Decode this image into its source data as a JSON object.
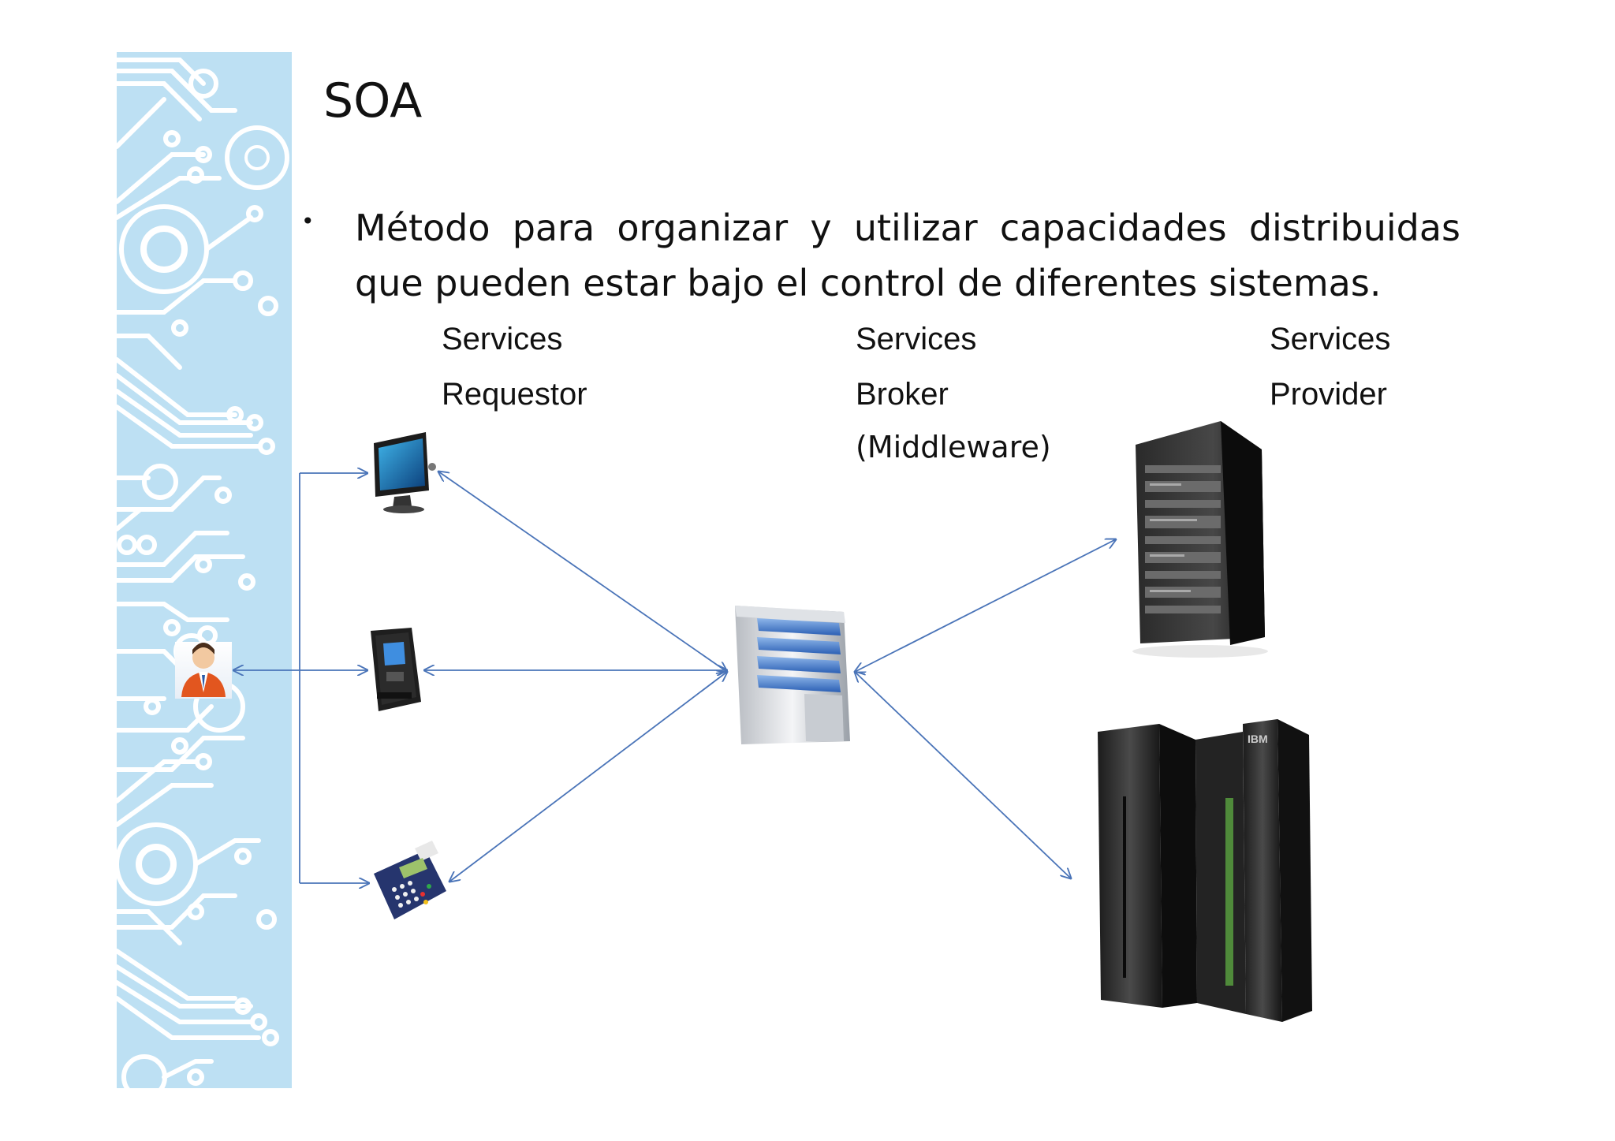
{
  "slide": {
    "title": "SOA",
    "bullet_text": "Método para organizar y utilizar capacidades distribuidas que pueden estar bajo el control de diferentes sistemas."
  },
  "roles": {
    "requestor": {
      "line1": "Services",
      "line2": "Requestor"
    },
    "broker": {
      "line1": "Services",
      "line2": "Broker",
      "line3": "(Middleware)"
    },
    "provider": {
      "line1": "Services",
      "line2": "Provider"
    }
  },
  "icons": {
    "user": "user-icon",
    "desktop": "desktop-computer-icon",
    "atm": "atm-icon",
    "pos_terminal": "pos-terminal-icon",
    "broker_server": "server-icon",
    "provider_rack": "server-rack-icon",
    "provider_mainframe": "mainframe-icon",
    "mainframe_logo": "IBM"
  },
  "colors": {
    "sidebar": "#bde0f3",
    "connector": "#4a74b8",
    "text": "#111111"
  }
}
